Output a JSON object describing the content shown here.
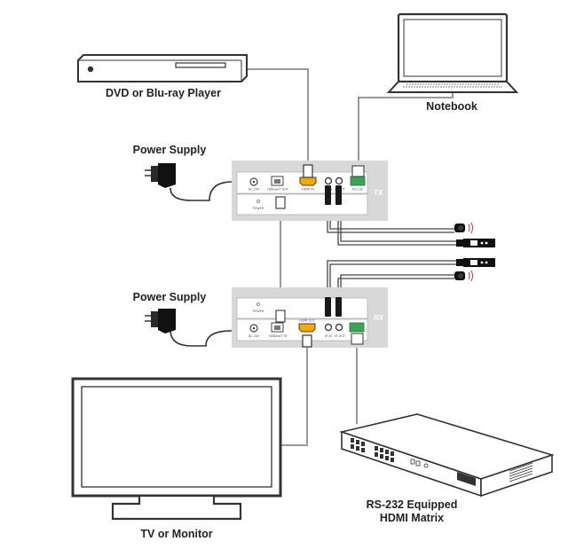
{
  "labels": {
    "dvd": "DVD or Blu-ray Player",
    "notebook": "Notebook",
    "power_supply_tx": "Power Supply",
    "power_supply_rx": "Power Supply",
    "tv": "TV or Monitor",
    "matrix_line1": "RS-232 Equipped",
    "matrix_line2": "HDMI Matrix"
  },
  "units": {
    "tx": {
      "tag": "TX",
      "ports": [
        "DC 24V",
        "HDBaseT OUT",
        "HDMI IN",
        "IR IN",
        "IR OUT",
        "RS-232"
      ],
      "front": "POWER"
    },
    "rx": {
      "tag": "RX",
      "ports": [
        "DC 24V",
        "HDBaseT IN",
        "HDMI OUT",
        "IR IN",
        "IR OUT",
        "RS-232"
      ],
      "front": "POWER"
    }
  },
  "colors": {
    "line": "#555555",
    "cable": "#9a9a9a",
    "panel": "#d8d8d8",
    "hdmi": "#f2a900",
    "terminal": "#3aa35a",
    "ir_red": "#cc2222"
  }
}
